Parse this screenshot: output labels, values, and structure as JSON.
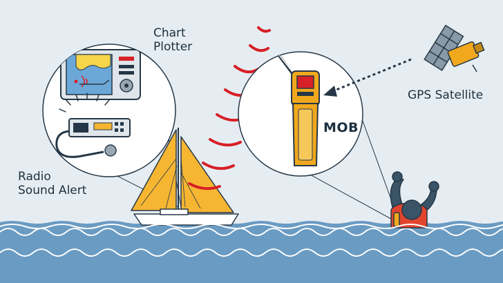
{
  "labels": {
    "chart_plotter": [
      "Chart",
      "Plotter"
    ],
    "radio_sound_alert": [
      "Radio",
      "Sound Alert"
    ],
    "mob": "MOB",
    "gps_satellite": "GPS Satellite"
  },
  "colors": {
    "background": "#e6edf2",
    "sea": "#6a9bc3",
    "outline": "#253746",
    "sail": "#f6b632",
    "signal_red": "#d72027",
    "device_yellow": "#f2a81c",
    "screen_blue": "#6ba8d8"
  },
  "icons": [
    "chart-plotter-icon",
    "vhf-radio-icon",
    "sailboat-icon",
    "mob-beacon-icon",
    "gps-satellite-icon",
    "person-overboard-icon",
    "radio-signal-icon"
  ]
}
